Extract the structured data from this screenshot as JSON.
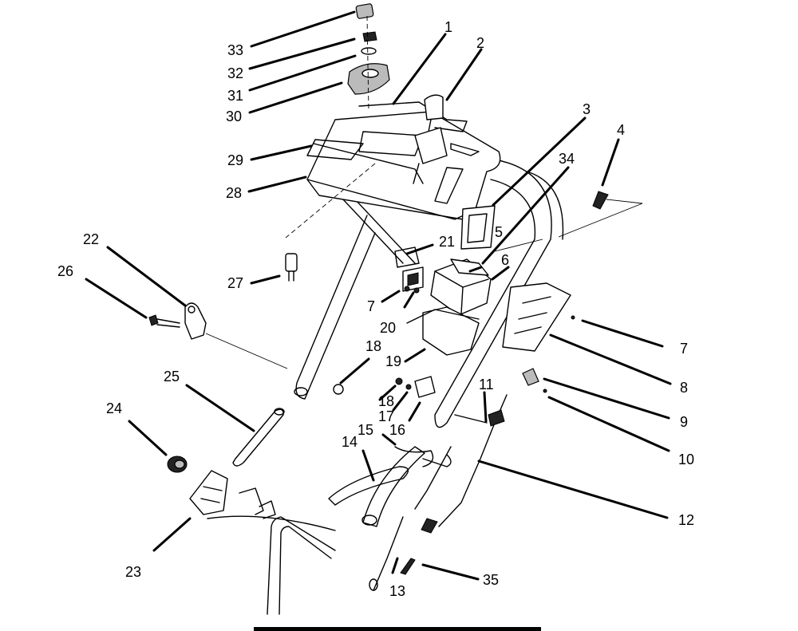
{
  "callouts": [
    {
      "id": "c1",
      "label": "1"
    },
    {
      "id": "c2",
      "label": "2"
    },
    {
      "id": "c3",
      "label": "3"
    },
    {
      "id": "c4",
      "label": "4"
    },
    {
      "id": "c5",
      "label": "5"
    },
    {
      "id": "c6",
      "label": "6"
    },
    {
      "id": "c7a",
      "label": "7"
    },
    {
      "id": "c7b",
      "label": "7"
    },
    {
      "id": "c8",
      "label": "8"
    },
    {
      "id": "c9",
      "label": "9"
    },
    {
      "id": "c10",
      "label": "10"
    },
    {
      "id": "c11",
      "label": "11"
    },
    {
      "id": "c12",
      "label": "12"
    },
    {
      "id": "c13",
      "label": "13"
    },
    {
      "id": "c14",
      "label": "14"
    },
    {
      "id": "c15",
      "label": "15"
    },
    {
      "id": "c16",
      "label": "16"
    },
    {
      "id": "c17",
      "label": "17"
    },
    {
      "id": "c18a",
      "label": "18"
    },
    {
      "id": "c18b",
      "label": "18"
    },
    {
      "id": "c19",
      "label": "19"
    },
    {
      "id": "c20",
      "label": "20"
    },
    {
      "id": "c21",
      "label": "21"
    },
    {
      "id": "c22",
      "label": "22"
    },
    {
      "id": "c23",
      "label": "23"
    },
    {
      "id": "c24",
      "label": "24"
    },
    {
      "id": "c25",
      "label": "25"
    },
    {
      "id": "c26",
      "label": "26"
    },
    {
      "id": "c27",
      "label": "27"
    },
    {
      "id": "c28",
      "label": "28"
    },
    {
      "id": "c29",
      "label": "29"
    },
    {
      "id": "c30",
      "label": "30"
    },
    {
      "id": "c31",
      "label": "31"
    },
    {
      "id": "c32",
      "label": "32"
    },
    {
      "id": "c33",
      "label": "33"
    },
    {
      "id": "c34",
      "label": "34"
    },
    {
      "id": "c35",
      "label": "35"
    }
  ]
}
